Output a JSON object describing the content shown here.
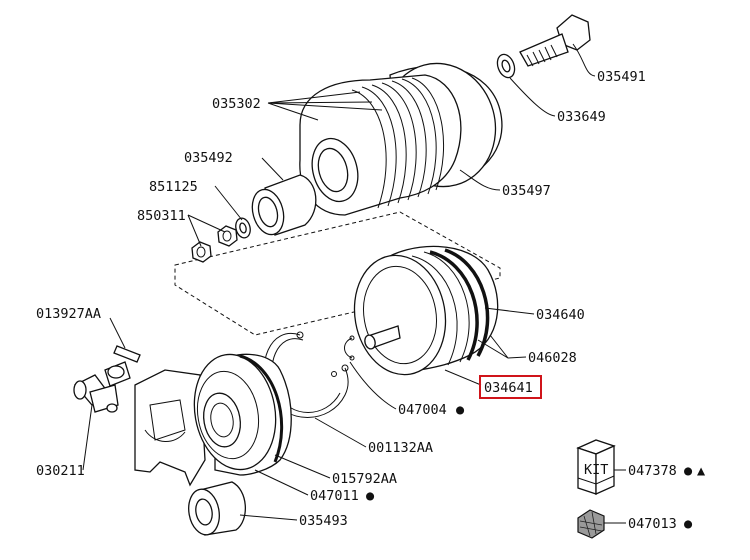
{
  "labels": {
    "p035491": "035491",
    "p033649": "033649",
    "p035302": "035302",
    "p035492": "035492",
    "p851125": "851125",
    "p850311": "850311",
    "p035497": "035497",
    "p013927AA": "013927AA",
    "p034640": "034640",
    "p046028": "046028",
    "p034641": "034641",
    "p047004": "047004",
    "p001132AA": "001132AA",
    "p030211": "030211",
    "p015792AA": "015792AA",
    "p047011": "047011",
    "p035493": "035493",
    "p047378": "047378",
    "p047013": "047013",
    "kit_text": "KIT"
  },
  "highlight": {
    "part": "034641",
    "color": "#d0141a"
  },
  "symbols": {
    "dot": "●",
    "triangle": "▲"
  }
}
